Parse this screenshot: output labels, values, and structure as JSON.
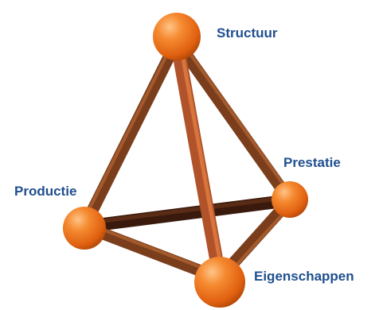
{
  "diagram": {
    "nodes": {
      "structuur": {
        "label": "Structuur"
      },
      "prestatie": {
        "label": "Prestatie"
      },
      "productie": {
        "label": "Productie"
      },
      "eigenschappen": {
        "label": "Eigenschappen"
      }
    }
  },
  "colors": {
    "sphere": "#f07a24",
    "rod": "#8a4a22",
    "label": "#1f4f8f"
  }
}
